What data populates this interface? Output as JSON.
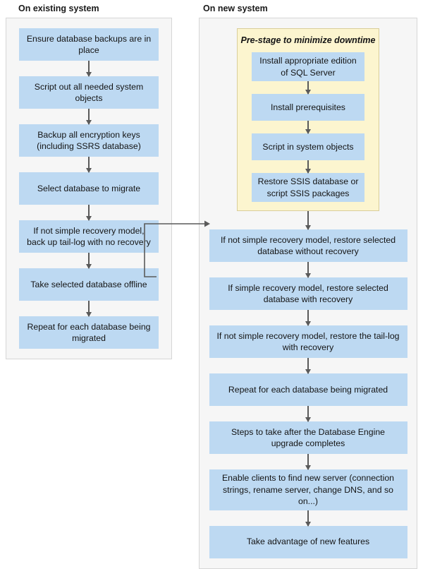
{
  "diagram": {
    "title_existing": "On existing system",
    "title_new": "On new system",
    "colors": {
      "node_fill": "#bdd9f2",
      "panel_fill": "#f6f6f6",
      "panel_border": "#d6d6d6",
      "prestage_fill": "#fcf5cf",
      "prestage_border": "#d9ce9a",
      "arrow": "#5a5a5a",
      "text": "#141414"
    }
  },
  "existing_system": {
    "steps": [
      {
        "label": "Ensure database backups are in place"
      },
      {
        "label": "Script out all needed system objects"
      },
      {
        "label": "Backup all encryption keys (including SSRS database)"
      },
      {
        "label": "Select database to migrate"
      },
      {
        "label": "If not simple recovery model, back up tail-log with no recovery"
      },
      {
        "label": "Take selected database offline"
      },
      {
        "label": "Repeat for each database being migrated"
      }
    ]
  },
  "new_system": {
    "prestage": {
      "title": "Pre-stage to minimize downtime",
      "steps": [
        {
          "label": "Install appropriate edition of SQL Server"
        },
        {
          "label": "Install prerequisites"
        },
        {
          "label": "Script in system objects"
        },
        {
          "label": "Restore SSIS database or script SSIS packages"
        }
      ]
    },
    "steps": [
      {
        "label": "If not simple recovery model, restore selected database without recovery"
      },
      {
        "label": "If simple recovery model, restore selected database with recovery"
      },
      {
        "label": "If not simple recovery model, restore the tail-log with recovery"
      },
      {
        "label": "Repeat for each database being migrated"
      },
      {
        "label": "Steps to take after the Database Engine upgrade completes"
      },
      {
        "label": "Enable clients to find new server (connection strings, rename server, change DNS, and so on...)"
      },
      {
        "label": "Take advantage of new features"
      }
    ]
  }
}
